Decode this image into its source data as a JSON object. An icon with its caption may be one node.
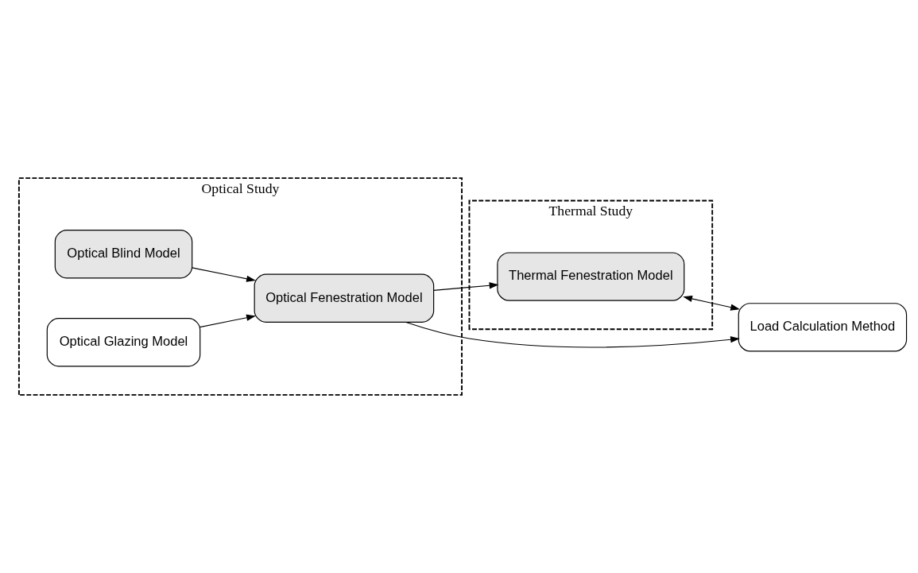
{
  "diagram": {
    "nodes": [
      {
        "text": [
          "Optical Study"
        ]
      },
      {
        "text": [
          "Optical Blind Model"
        ],
        "in": 0
      },
      {
        "text": [
          "Optical Glazing Model"
        ],
        "in": 0
      },
      {
        "text": [
          "Optical Fenestration Model"
        ],
        "in": 0
      },
      {
        "text": [
          "Thermal Study"
        ]
      },
      {
        "text": [
          "Thermal Fenestration Model"
        ],
        "in": 4
      },
      {
        "text": [
          "Load Calculation Method"
        ]
      }
    ],
    "edges": [
      {
        "from": 1,
        "to": 3,
        "arrow": "to"
      },
      {
        "from": 2,
        "to": 3,
        "arrow": "to"
      },
      {
        "from": 3,
        "to": 5,
        "arrow": "to"
      },
      {
        "from": 3,
        "to": 6,
        "arrow": "to"
      },
      {
        "from": 5,
        "to": 6,
        "arrow": "both"
      }
    ]
  }
}
